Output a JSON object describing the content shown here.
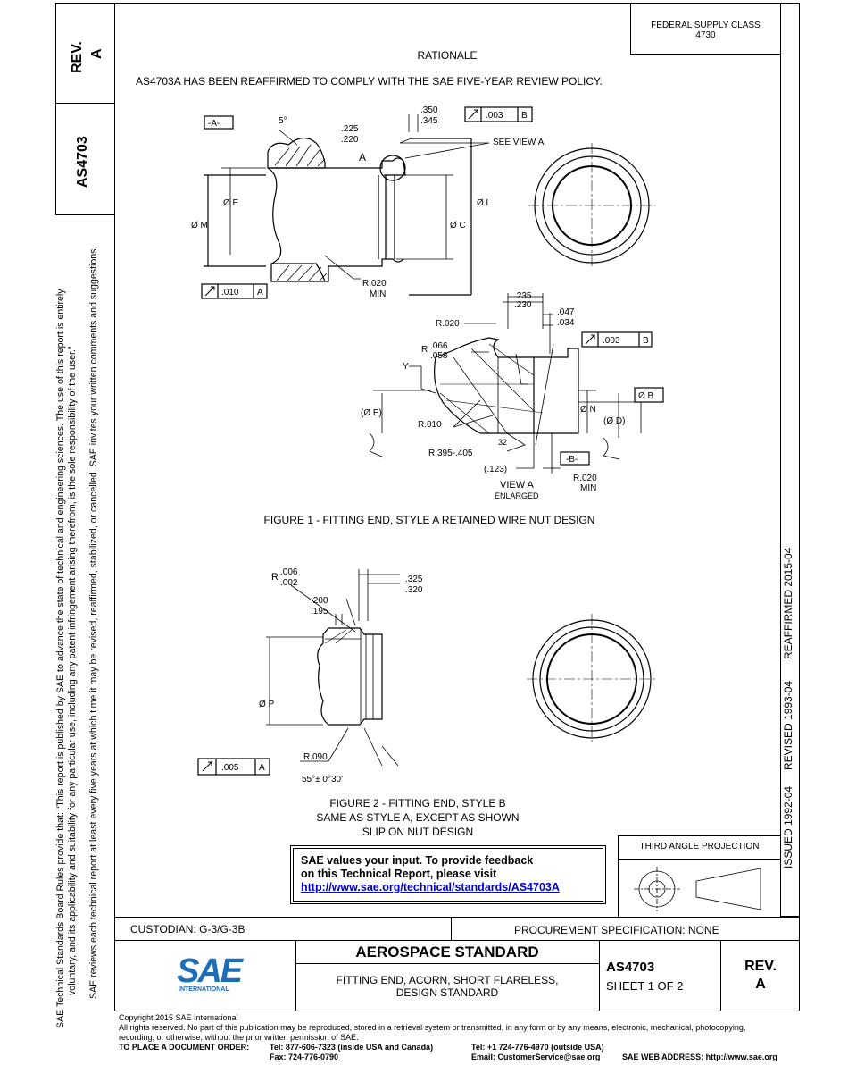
{
  "left_sidebar": {
    "rev_label": "REV.",
    "rev_value": "A",
    "doc_number": "AS4703",
    "rules_line1": "SAE Technical Standards Board Rules provide that: “This report is published by SAE to advance the state of technical and engineering sciences. The use of this report is entirely",
    "rules_line2": "voluntary, and its applicability and suitability for any particular use, including any patent infringement arising therefrom, is the sole responsibility of the user.”",
    "rules_line3": "SAE reviews each technical report at least every five years at which time it may be revised, reaffirmed, stabilized, or cancelled. SAE invites your written comments and suggestions."
  },
  "header": {
    "supply_class_label": "FEDERAL SUPPLY CLASS",
    "supply_class_value": "4730"
  },
  "right_sidebar": {
    "issued": "ISSUED 1992-04",
    "revised": "REVISED 1993-04",
    "reaffirmed": "REAFFIRMED 2015-04"
  },
  "rationale": {
    "heading": "RATIONALE",
    "text": "AS4703A HAS BEEN REAFFIRMED TO COMPLY WITH THE SAE FIVE-YEAR REVIEW POLICY."
  },
  "figure1": {
    "caption": "FIGURE 1 - FITTING END, STYLE A RETAINED WIRE NUT DESIGN",
    "datum_a": "-A-",
    "angle": "5°",
    "dim_350": ".350",
    "dim_345": ".345",
    "dim_225": ".225",
    "dim_220": ".220",
    "runout_003": ".003",
    "datum_ref_b": "B",
    "label_a": "A",
    "see_view": "SEE VIEW A",
    "dia_e": "Ø E",
    "dia_l": "Ø L",
    "dia_m": "Ø M",
    "dia_c": "Ø C",
    "radius_020": "R.020",
    "min": "MIN",
    "runout_010": ".010",
    "datum_ref_a": "A",
    "view_a": {
      "dim_235": ".235",
      "dim_230": ".230",
      "dim_047": ".047",
      "dim_034": ".034",
      "r020": "R.020",
      "r_label": "R",
      "r066": ".066",
      "r058": ".058",
      "runout_003": ".003",
      "datum_ref_b": "B",
      "y_label": "Y",
      "dia_b": "Ø B",
      "dia_e_ref": "(Ø E)",
      "dia_n": "Ø N",
      "dia_d_ref": "(Ø D)",
      "r010": "R.010",
      "finish": "32",
      "r395": "R.395-.405",
      "datum_b": "-B-",
      "dim_123": "(.123)",
      "r020_min": "R.020",
      "min": "MIN",
      "view_label": "VIEW A",
      "enlarged": "ENLARGED"
    }
  },
  "figure2": {
    "caption_line1": "FIGURE 2 - FITTING END, STYLE B",
    "caption_line2": "SAME AS STYLE A, EXCEPT AS SHOWN",
    "caption_line3": "SLIP ON NUT DESIGN",
    "r_label": "R",
    "r006": ".006",
    "r002": ".002",
    "dim_325": ".325",
    "dim_320": ".320",
    "dim_200": ".200",
    "dim_195": ".195",
    "dia_p": "Ø P",
    "r090": "R.090",
    "angle": "55°± 0°30'",
    "runout_005": ".005",
    "datum_ref_a": "A"
  },
  "feedback": {
    "line1": "SAE values your input. To provide feedback",
    "line2": "on this Technical Report, please visit",
    "link": "http://www.sae.org/technical/standards/AS4703A"
  },
  "projection": {
    "label": "THIRD ANGLE PROJECTION"
  },
  "title_block": {
    "custodian": "CUSTODIAN: G-3/G-3B",
    "procurement": "PROCUREMENT SPECIFICATION: NONE",
    "logo_text": "SAE",
    "logo_sub": "INTERNATIONAL",
    "standard_type": "AEROSPACE STANDARD",
    "title_line1": "FITTING END, ACORN, SHORT FLARELESS,",
    "title_line2": "DESIGN STANDARD",
    "doc_number": "AS4703",
    "sheet": "SHEET 1 OF 2",
    "rev_label": "REV.",
    "rev_value": "A"
  },
  "footer": {
    "copyright": "Copyright 2015 SAE International",
    "rights_line1": "All rights reserved. No part of this publication may be reproduced, stored in a retrieval system or transmitted, in any form or by any means, electronic, mechanical, photocopying,",
    "rights_line2": "recording, or otherwise, without the prior written permission of SAE.",
    "order_label": "TO PLACE A DOCUMENT ORDER:",
    "tel_usa": "Tel: 877-606-7323 (inside USA and Canada)",
    "fax": "Fax: 724-776-0790",
    "tel_outside": "Tel: +1 724-776-4970 (outside USA)",
    "email": "Email: CustomerService@sae.org",
    "web": "SAE WEB ADDRESS: http://www.sae.org"
  }
}
